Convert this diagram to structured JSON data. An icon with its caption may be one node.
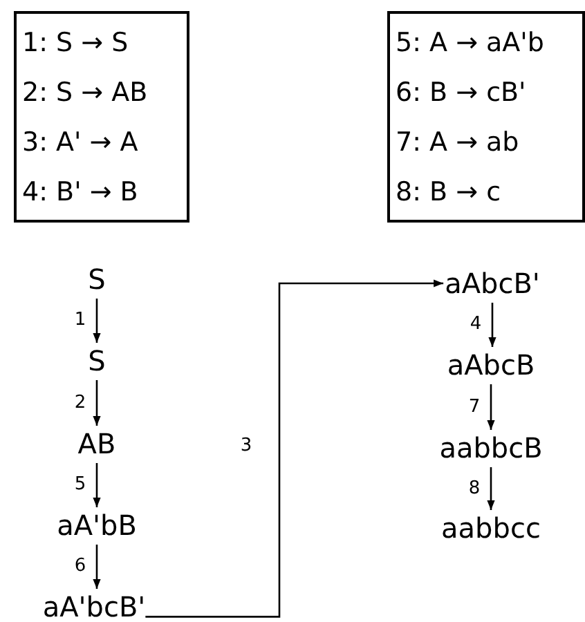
{
  "diagram": {
    "nodes": [
      {
        "text": [
          "1: S → S",
          "2: S → AB",
          "3: A' → A",
          "4: B' → B"
        ]
      },
      {
        "text": [
          "5: A → aA'b",
          "6: B → cB'",
          "7: A → ab",
          "8: B → c"
        ]
      },
      {
        "text": [
          "S"
        ]
      },
      {
        "text": [
          "S"
        ]
      },
      {
        "text": [
          "AB"
        ]
      },
      {
        "text": [
          "aA'bB"
        ]
      },
      {
        "text": [
          "aA'bcB'"
        ]
      },
      {
        "text": [
          "aAbcB'"
        ]
      },
      {
        "text": [
          "aAbcB"
        ]
      },
      {
        "text": [
          "aabbcB"
        ]
      },
      {
        "text": [
          "aabbcc"
        ]
      }
    ],
    "edges": [
      {
        "from": 2,
        "to": 3,
        "arrow": "to",
        "label": "1"
      },
      {
        "from": 3,
        "to": 4,
        "arrow": "to",
        "label": "2"
      },
      {
        "from": 4,
        "to": 5,
        "arrow": "to",
        "label": "5"
      },
      {
        "from": 5,
        "to": 6,
        "arrow": "to",
        "label": "6"
      },
      {
        "from": 6,
        "to": 7,
        "arrow": "to",
        "label": "3"
      },
      {
        "from": 7,
        "to": 8,
        "arrow": "to",
        "label": "4"
      },
      {
        "from": 8,
        "to": 9,
        "arrow": "to",
        "label": "7"
      },
      {
        "from": 9,
        "to": 10,
        "arrow": "to",
        "label": "8"
      }
    ]
  }
}
